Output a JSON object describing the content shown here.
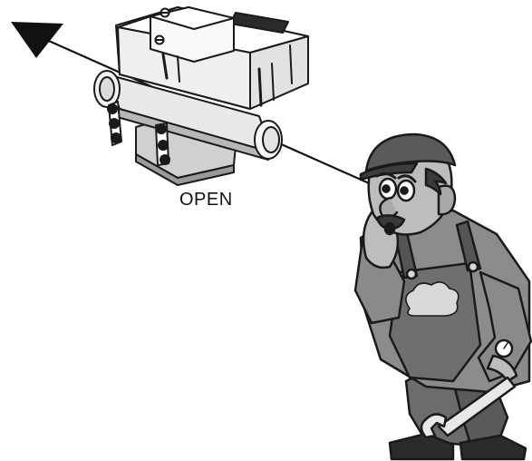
{
  "diagram": {
    "state_label": "OPEN",
    "icons": {
      "arrow": "arrow-down-left-icon",
      "valve": "valve-illustration",
      "worker": "worker-illustration"
    },
    "colors": {
      "line": "#111111",
      "outline": "#1a1a1a",
      "body_light": "#f4f4f4",
      "body_mid": "#cfcfcf",
      "body_dark": "#7f7f7f",
      "skin": "#b9b9b9",
      "cloth": "#6f6f6f",
      "cloth_dark": "#4a4a4a"
    }
  }
}
